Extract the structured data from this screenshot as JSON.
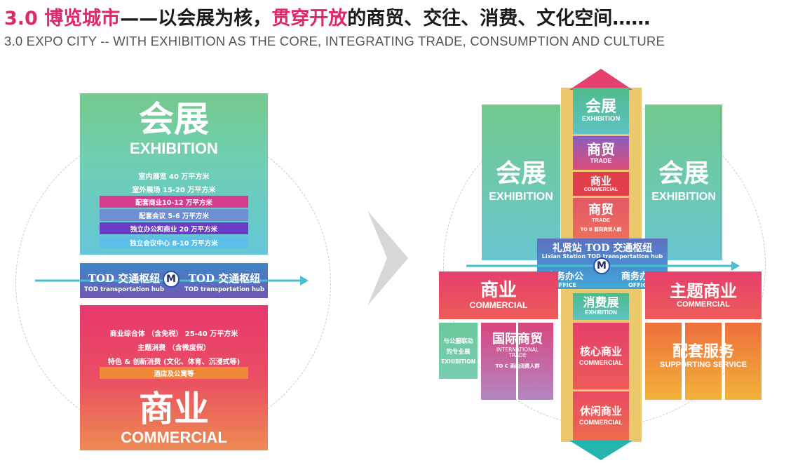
{
  "header": {
    "title_prefix": "3.0 博览城市",
    "title_mid1": "——以会展为核，",
    "title_highlight": "贯穿开放",
    "title_mid2": "的商贸、交往、消费、文化空间……",
    "subtitle": "3.0 EXPO CITY -- WITH EXHIBITION AS THE CORE, INTEGRATING TRADE, CONSUMPTION AND CULTURE"
  },
  "left": {
    "exhibition_cn": "会展",
    "exhibition_en": "EXHIBITION",
    "exhibition_lines": [
      "室内展览 40 万平方米",
      "室外展场 15-20 万平方米"
    ],
    "exhibition_stripes": [
      "配套商业10-12 万平方米",
      "配套会议 5-6 万平方米",
      "独立办公和商业 20 万平方米",
      "独立会议中心 8-10 万平方米"
    ],
    "tod_cn_left": "TOD 交通枢纽",
    "tod_en_left": "TOD transportation hub",
    "tod_cn_right": "TOD 交通枢纽",
    "tod_en_right": "TOD transportation hub",
    "metro_symbol": "M",
    "commercial_lines": [
      "商业综合体 （含免税） 25-40 万平方米",
      "主题消费 （含微度假）",
      "特色 & 创新消费 (文化、体育、沉浸式等)"
    ],
    "commercial_stripe": "酒店及公寓等",
    "commercial_cn": "商业",
    "commercial_en": "COMMERCIAL"
  },
  "right": {
    "spine": [
      {
        "cn": "会展",
        "en": "EXHIBITION"
      },
      {
        "cn": "商贸",
        "en": "TRADE"
      },
      {
        "cn": "商业",
        "en": "COMMERCIAL"
      },
      {
        "cn": "商贸",
        "en": "TRADE",
        "sub": "TO B 面向商贸人群"
      }
    ],
    "left_exhibition_cn": "会展",
    "left_exhibition_en": "EXHIBITION",
    "right_exhibition_cn": "会展",
    "right_exhibition_en": "EXHIBITION",
    "station_cn": "礼贤站 TOD 交通枢纽",
    "station_en": "Lixian Station TOD transportation hub",
    "metro_symbol": "M",
    "office_left_cn": "商务办公",
    "office_left_en": "OFFICE",
    "office_right_cn": "商务办公",
    "office_right_en": "OFFICE",
    "consumer_expo_cn": "消费展",
    "consumer_expo_en": "EXHIBITION",
    "commercial_left_cn": "商业",
    "commercial_left_en": "COMMERCIAL",
    "theme_commercial_cn": "主题商业",
    "theme_commercial_en": "COMMERCIAL",
    "small_expo_lines": [
      "与公服联动",
      "的专业展",
      "EXHIBITION"
    ],
    "intl_trade_cn": "国际商贸",
    "intl_trade_en": "INTERNATIONAL TRADE",
    "intl_trade_sub": "TO C 面向消费人群",
    "core_commercial_cn": "核心商业",
    "core_commercial_en": "COMMERCIAL",
    "leisure_commercial_cn": "休闲商业",
    "leisure_commercial_en": "COMMERCIAL",
    "supporting_cn": "配套服务",
    "supporting_en": "SUPPORTING SERVICE"
  },
  "colors": {
    "accent_pink": "#e0276b",
    "teal": "#3fb8c6",
    "purple_band": "#5b63ad",
    "gold": "#e9c56a"
  }
}
